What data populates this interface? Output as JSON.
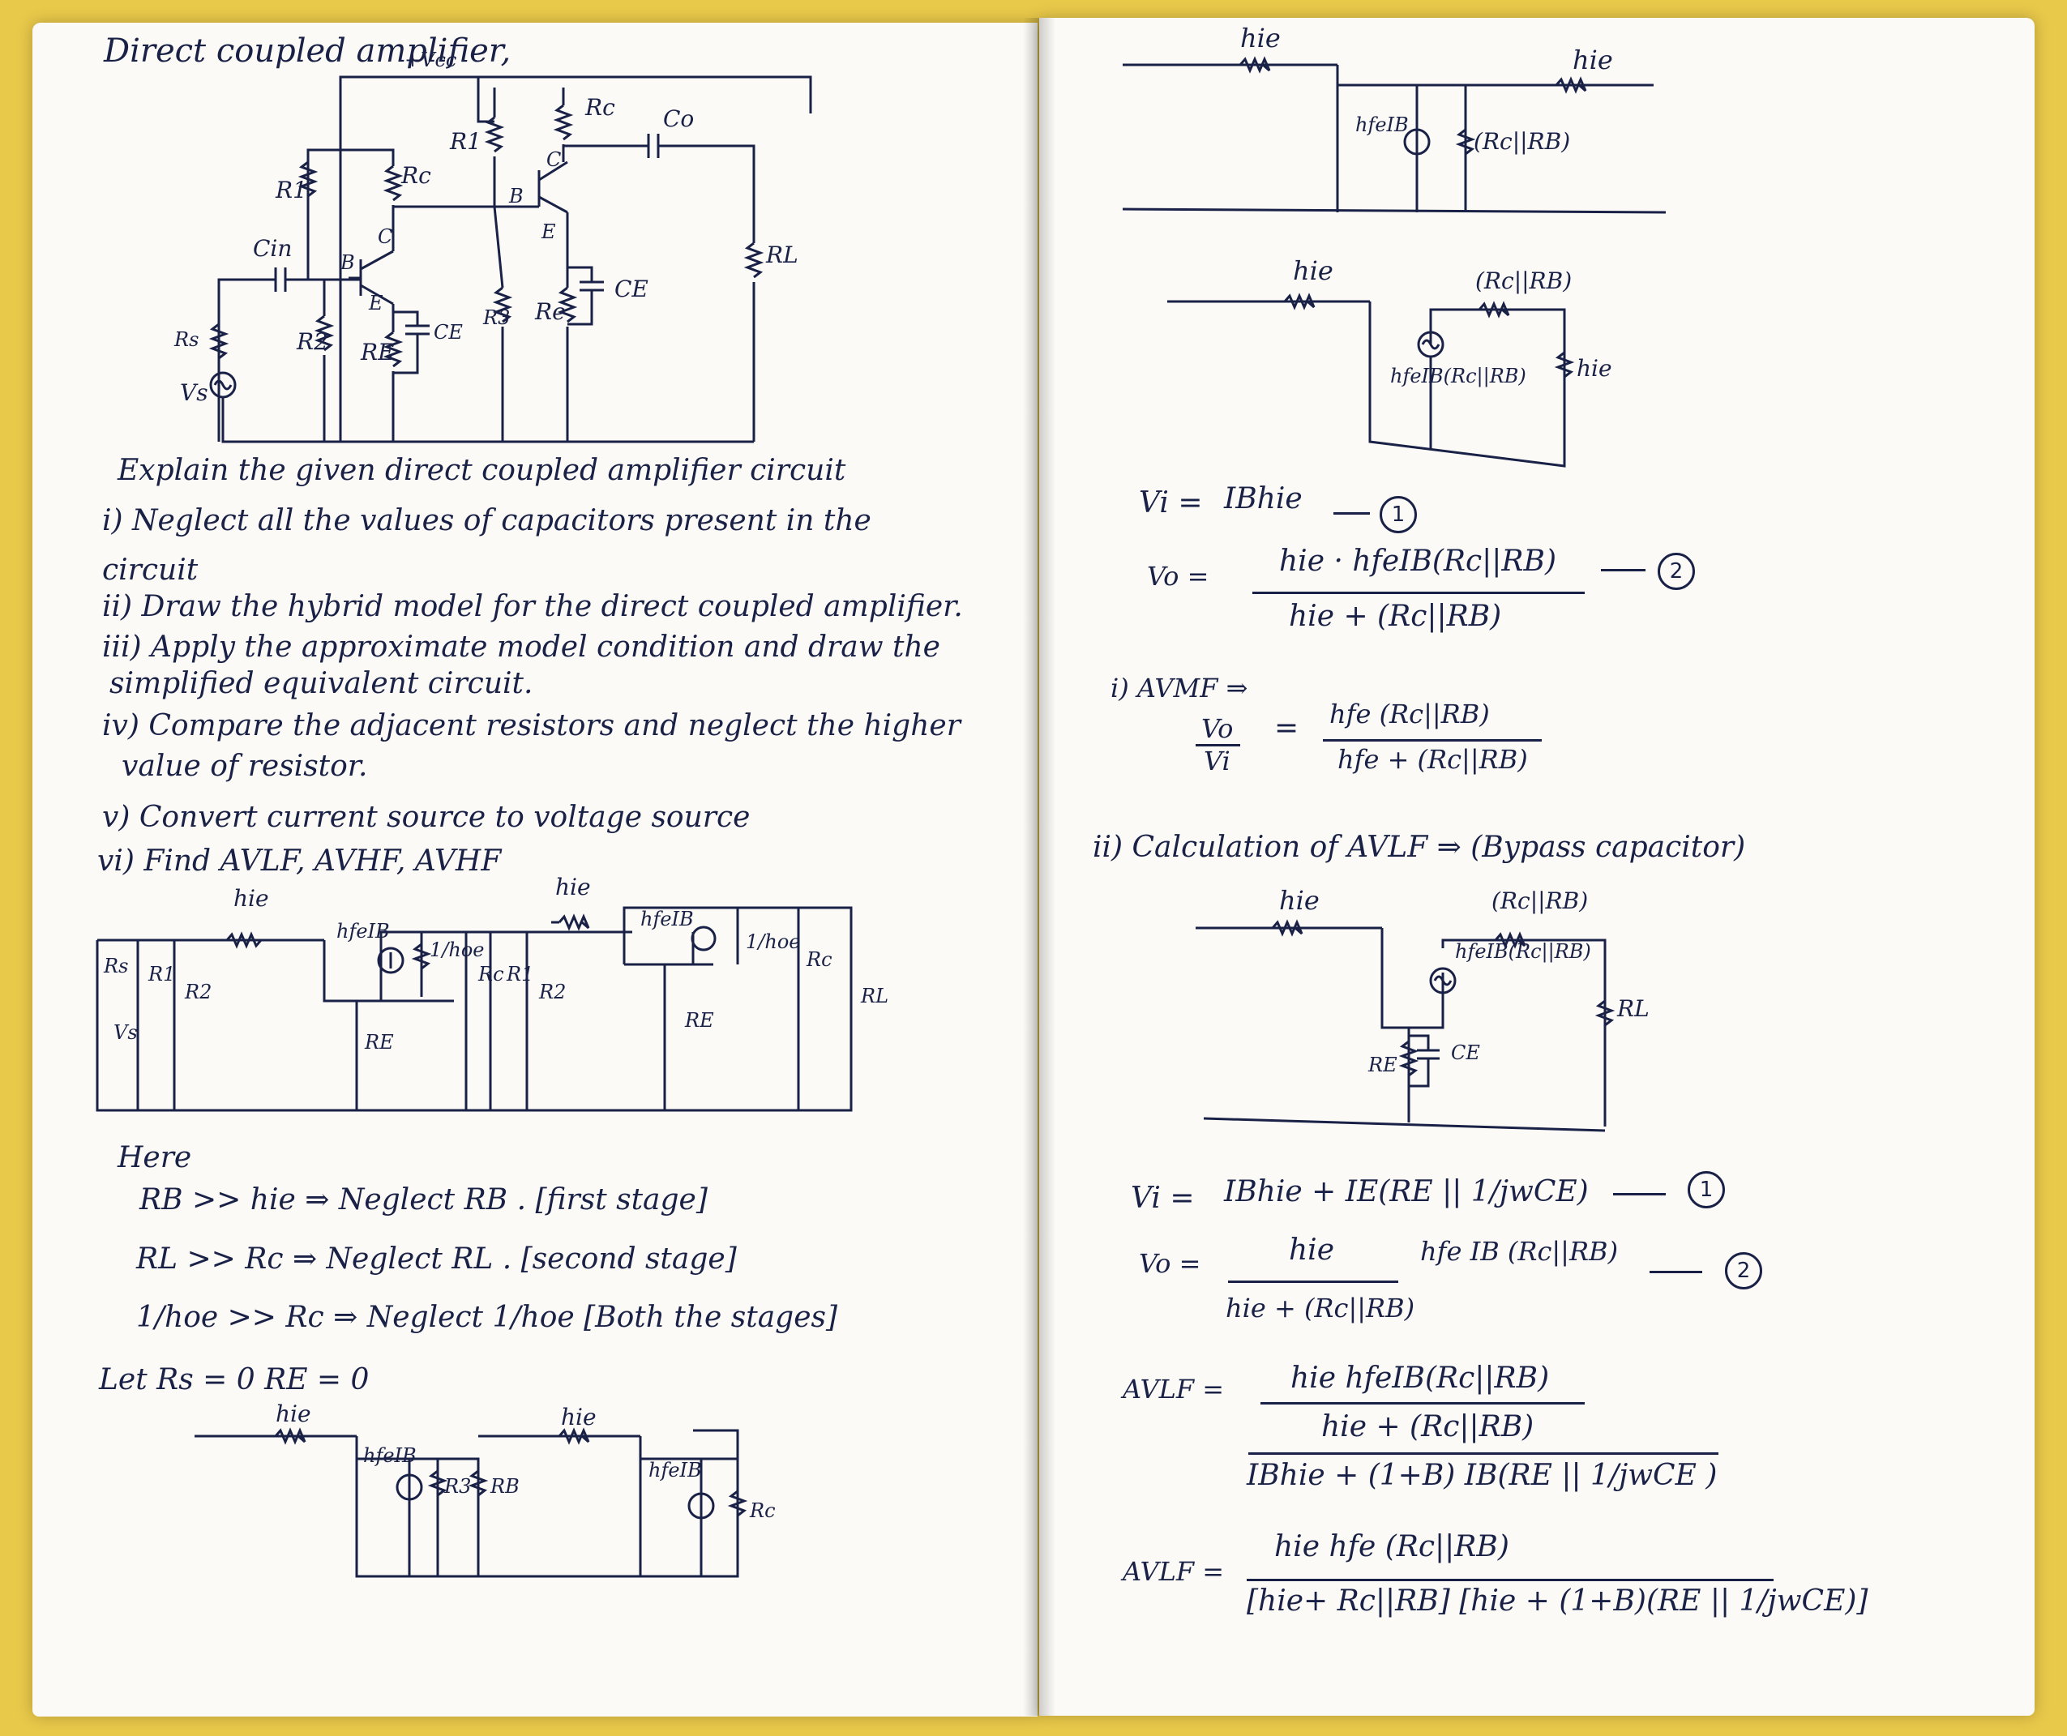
{
  "left": {
    "title": "Direct coupled amplifier,",
    "vcc": "+Vcc",
    "circuit_labels": {
      "r1_a": "R1",
      "rc_a": "Rc",
      "cin": "Cin",
      "b_a": "B",
      "c_a": "C",
      "e_a": "E",
      "rs": "Rs",
      "vs": "Vs",
      "r2": "R2",
      "re_a": "RE",
      "ce_a": "CE",
      "r1_b": "R1",
      "rc_b": "Rc",
      "co": "Co",
      "b_b": "B",
      "c_b": "C",
      "e_b": "E",
      "r3": "R3",
      "re_b": "Re",
      "ce_b": "CE",
      "rl": "RL"
    },
    "explain": "Explain the given direct coupled amplifier circuit",
    "steps": [
      "i) Neglect all the values of capacitors present in the",
      "circuit",
      "ii) Draw the hybrid model for the direct coupled amplifier.",
      "iii) Apply the approximate model condition and draw the",
      "simplified equivalent circuit.",
      "iv) Compare the adjacent resistors and neglect the higher",
      "value of resistor.",
      "v) Convert current source to voltage source",
      "vi) Find AVLF, AVHF, AVHF"
    ],
    "hybrid_labels": {
      "hie1": "hie",
      "hie2": "hie",
      "hfeib1": "hfeIB",
      "hfeib2": "hfeIB",
      "hoe1": "1/hoe",
      "hoe2": "1/hoe",
      "rs": "Rs",
      "r1": "R1",
      "r2": "R2",
      "vs": "Vs",
      "re1": "RE",
      "rc1": "Rc",
      "r1b": "R1",
      "r2b": "R2",
      "re2": "RE",
      "rc2": "Rc",
      "rl": "RL"
    },
    "here": "Here",
    "conditions": [
      "RB >> hie  ⇒ Neglect RB . [first stage]",
      "RL >> Rc  ⇒ Neglect RL . [second stage]",
      "1/hoe >> Rc ⇒ Neglect 1/hoe [Both the stages]"
    ],
    "let": "Let   Rs = 0     RE = 0",
    "simplified_labels": {
      "hie1": "hie",
      "hie2": "hie",
      "hfeib1": "hfeIB",
      "hfeib2": "hfeIB",
      "r3": "R3",
      "rb": "RB",
      "rc": "Rc"
    }
  },
  "right": {
    "top_circuit": {
      "hie1": "hie",
      "hie2": "hie",
      "hfeib": "hfeIB",
      "rcrb": "(Rc||RB)"
    },
    "mid_circuit": {
      "hie": "hie",
      "rcrb": "(Rc||RB)",
      "source": "hfeIB(Rc||RB)",
      "hie_load": "hie"
    },
    "vi_label": "Vi =",
    "vi_expr": "IBhie",
    "eq1": "1",
    "vo_label": "Vo =",
    "vo_num": "hie · hfeIB(Rc||RB)",
    "vo_den": "hie + (Rc||RB)",
    "eq2": "2",
    "avmf_label": "i) AVMF ⇒",
    "avmf_lhs_num": "Vo",
    "avmf_lhs_den": "Vi",
    "avmf_eq": "=",
    "avmf_num": "hfe (Rc||RB)",
    "avmf_den": "hfe + (Rc||RB)",
    "avlf_heading": "ii) Calculation of AVLF ⇒  (Bypass capacitor)",
    "lf_circuit": {
      "hie": "hie",
      "rcrb": "(Rc||RB)",
      "source": "hfeIB(Rc||RB)",
      "re": "RE",
      "ce": "CE",
      "rl": "RL"
    },
    "vi2_label": "Vi =",
    "vi2_expr": "IBhie + IE(RE || 1/jwCE)",
    "eq3": "1",
    "vo2_label": "Vo =",
    "vo2_num": "hie",
    "vo2_den": "hie + (Rc||RB)",
    "vo2_tail": "hfe IB (Rc||RB)",
    "eq4": "2",
    "avlf1_label": "AVLF =",
    "avlf1_num_top": "hie  hfeIB(Rc||RB)",
    "avlf1_num_bot": "hie + (Rc||RB)",
    "avlf1_den": "IBhie + (1+B) IB(RE || 1/jwCE )",
    "avlf2_label": "AVLF =",
    "avlf2_num": "hie hfe (Rc||RB)",
    "avlf2_den": "[hie+ Rc||RB] [hie + (1+B)(RE || 1/jwCE)]"
  }
}
